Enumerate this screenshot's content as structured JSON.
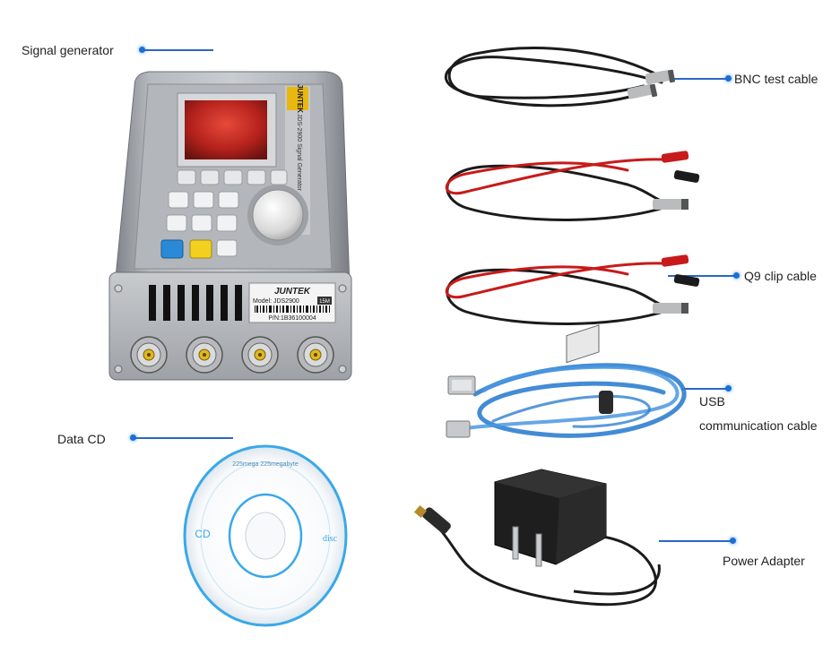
{
  "labels": {
    "signal_generator": "Signal generator",
    "bnc_cable": "BNC test cable",
    "q9_clip_cable": "Q9 clip cable",
    "usb_line1": "USB",
    "usb_line2": "communication cable",
    "data_cd": "Data CD",
    "power_adapter": "Power Adapter"
  },
  "device": {
    "brand_side": "JUNTEK",
    "side_model": "JDS-2900 Signal Generator",
    "plate_brand": "JUNTEK",
    "plate_model": "Model: JDS2900",
    "plate_pn": "P/N:1B36100004",
    "plate_badge": "15M"
  },
  "cd": {
    "ring_text": "225mega 225megabyte",
    "logo_left": "CD",
    "logo_right": "disc"
  },
  "colors": {
    "accent_dot": "#1a6fd6",
    "leader_line": "#2a66c8",
    "device_body": "#9a9ea4",
    "usb_cable": "#2f7fd0",
    "clip_red": "#c81a1a",
    "cd_rim": "#3aa8e8",
    "blue_key": "#2a8ad8",
    "yellow_key": "#f2d020"
  }
}
